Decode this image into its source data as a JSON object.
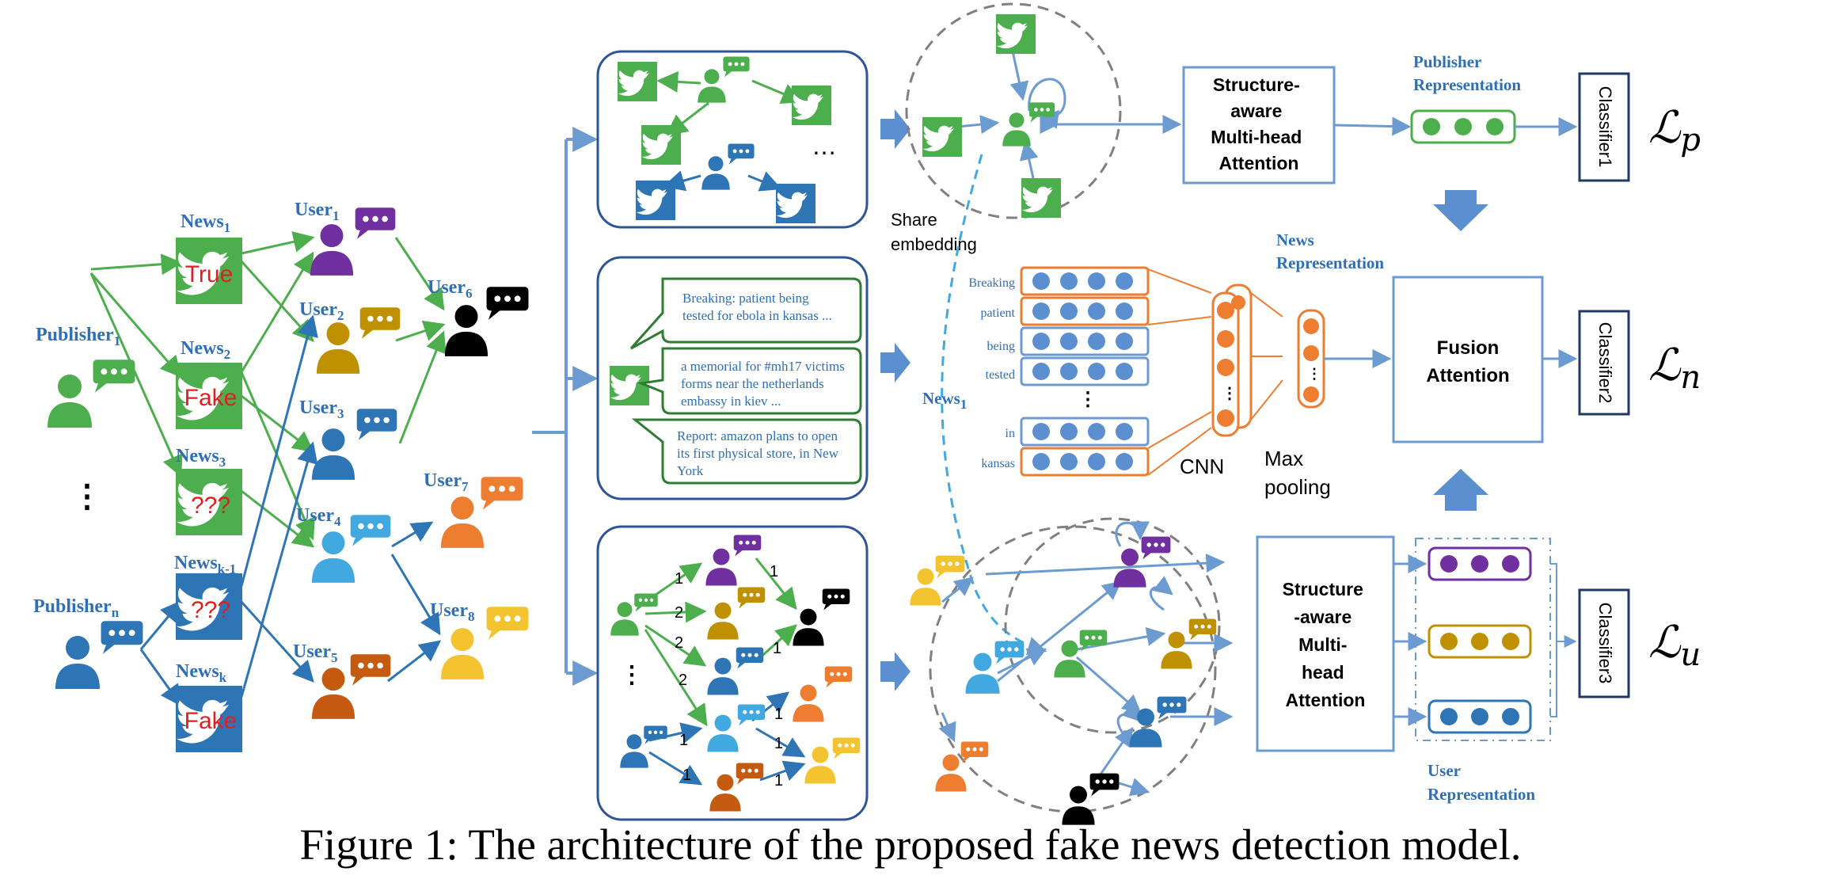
{
  "left": {
    "publisher1": "Publisher",
    "publisher1_sub": "1",
    "publishern": "Publisher",
    "publishern_sub": "n",
    "dots": "⋮",
    "news1": "News",
    "news1_sub": "1",
    "news2": "News",
    "news2_sub": "2",
    "news3": "News",
    "news3_sub": "3",
    "newsk1": "News",
    "newsk1_sub": "k-1",
    "newsk": "News",
    "newsk_sub": "k",
    "tag_true": "True",
    "tag_fake": "Fake",
    "tag_unknown": "???",
    "user1": "User",
    "user1_sub": "1",
    "user2": "User",
    "user2_sub": "2",
    "user3": "User",
    "user3_sub": "3",
    "user4": "User",
    "user4_sub": "4",
    "user5": "User",
    "user5_sub": "5",
    "user6": "User",
    "user6_sub": "6",
    "user7": "User",
    "user7_sub": "7",
    "user8": "User",
    "user8_sub": "8"
  },
  "middle": {
    "ellipsis": "…",
    "tweet1_line1": "Breaking: patient being",
    "tweet1_line2": "tested for ebola in kansas ...",
    "tweet2_line1": "a memorial for #mh17 victims",
    "tweet2_line2": "forms near the netherlands",
    "tweet2_line3": "embassy in kiev ...",
    "tweet3_line1": "Report: amazon plans to open",
    "tweet3_line2": "its first physical store, in New",
    "tweet3_line3": "York",
    "edge_labels": [
      "1",
      "2",
      "2",
      "2",
      "1",
      "1",
      "1",
      "1",
      "1",
      "1"
    ]
  },
  "right": {
    "share_line1": "Share",
    "share_line2": "embedding",
    "news1": "News",
    "news1_sub": "1",
    "words": [
      "Breaking",
      "patient",
      "being",
      "tested",
      "in",
      "kansas"
    ],
    "vdots": "⋮",
    "cnn": "CNN",
    "maxpool_line1": "Max",
    "maxpool_line2": "pooling",
    "sa1_line1": "Structure-",
    "sa1_line2": "aware",
    "sa1_line3": "Multi-head",
    "sa1_line4": "Attention",
    "sa2_line1": "Structure",
    "sa2_line2": "-aware",
    "sa2_line3": "Multi-",
    "sa2_line4": "head",
    "sa2_line5": "Attention",
    "fusion_line1": "Fusion",
    "fusion_line2": "Attention",
    "pub_rep_line1": "Publisher",
    "pub_rep_line2": "Representation",
    "news_rep_line1": "News",
    "news_rep_line2": "Representation",
    "user_rep_line1": "User",
    "user_rep_line2": "Representation",
    "classifier1": "Classifier1",
    "classifier2": "Classifier2",
    "classifier3": "Classifier3",
    "loss_p_base": "ℒ",
    "loss_p_sub": "p",
    "loss_n_base": "ℒ",
    "loss_n_sub": "n",
    "loss_u_base": "ℒ",
    "loss_u_sub": "u"
  },
  "caption": "Figure 1: The architecture of the proposed fake news detection model.",
  "colors": {
    "green": "#4cae4c",
    "blue": "#2e75b6",
    "lightblue": "#41a8e0",
    "purple": "#7030a0",
    "gold": "#bf9000",
    "brown": "#c55a11",
    "orange": "#ed7d31",
    "yellow": "#f4c430",
    "black": "#000000",
    "darkblue": "#2f6fb5",
    "boxblue": "#6b9bd1",
    "red": "#e02020"
  },
  "icons": [
    "person-icon",
    "speech-bubble-icon",
    "twitter-bird-icon"
  ]
}
